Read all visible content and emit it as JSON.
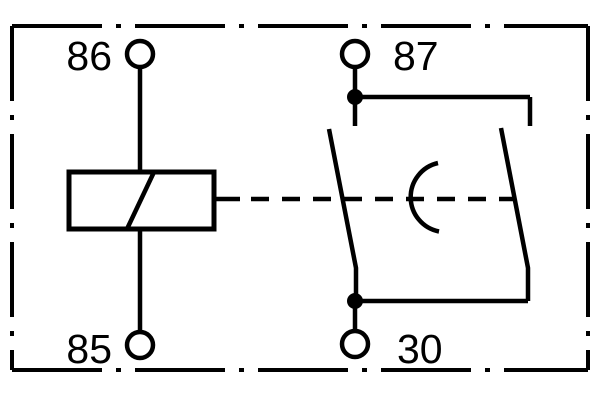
{
  "diagram": {
    "kind": "relay-wiring-schematic",
    "colors": {
      "background": "#ffffff",
      "line": "#000000"
    },
    "terminals": [
      {
        "label": "86",
        "position": "top-left"
      },
      {
        "label": "87",
        "position": "top-right"
      },
      {
        "label": "85",
        "position": "bottom-left"
      },
      {
        "label": "30",
        "position": "bottom-right"
      }
    ]
  }
}
